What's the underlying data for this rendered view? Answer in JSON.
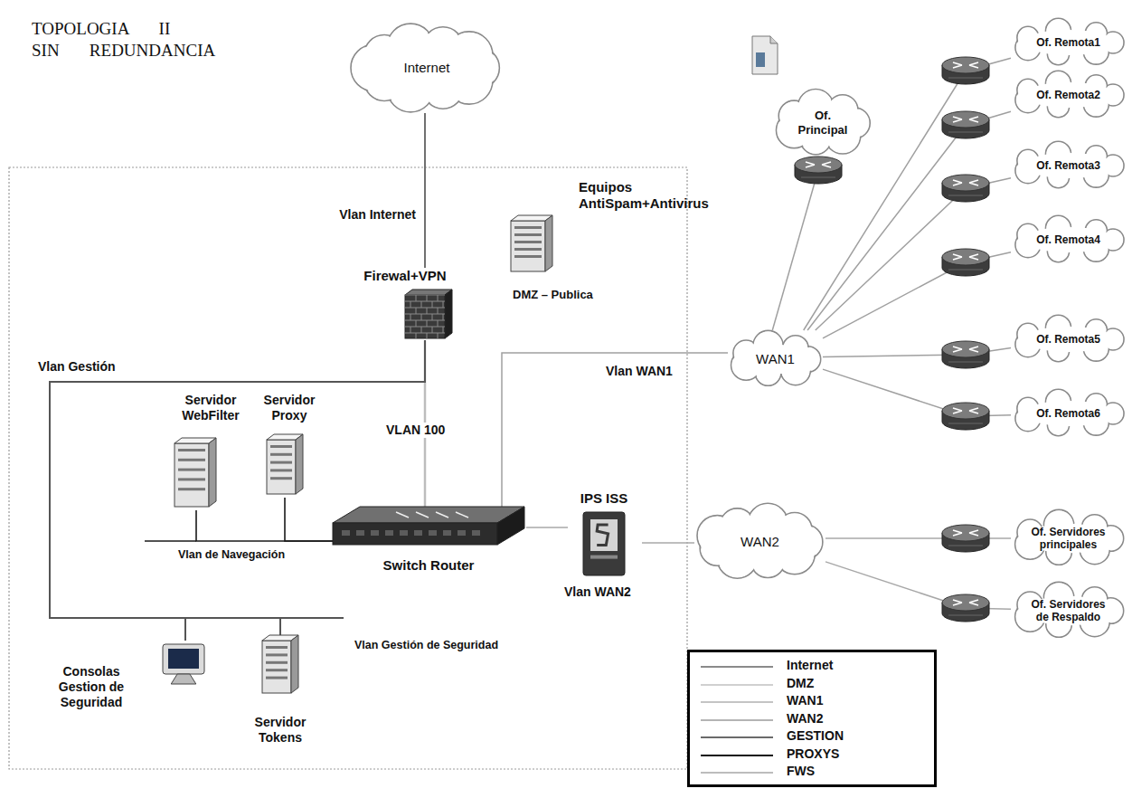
{
  "diagram": {
    "title": "TOPOLOGIA II SIN REDUNDANCIA",
    "nodes": [
      {
        "text": [
          "Internet"
        ]
      },
      {
        "text": [
          "Firewal+VPN"
        ]
      },
      {
        "text": [
          "Equipos AntiSpam+Antivirus"
        ]
      },
      {
        "text": [
          "Servidor WebFilter"
        ]
      },
      {
        "text": [
          "Servidor Proxy"
        ]
      },
      {
        "text": [
          "Switch Router"
        ]
      },
      {
        "text": [
          "IPS ISS"
        ]
      },
      {
        "text": [
          "Consolas Gestion de Seguridad"
        ]
      },
      {
        "text": [
          "Servidor Tokens"
        ]
      },
      {
        "text": [
          "Of. Principal"
        ]
      },
      {
        "text": [
          "Of. Remota1"
        ]
      },
      {
        "text": [
          "Of. Remota2"
        ]
      },
      {
        "text": [
          "Of. Remota3"
        ]
      },
      {
        "text": [
          "Of. Remota4"
        ]
      },
      {
        "text": [
          "Of. Remota5"
        ]
      },
      {
        "text": [
          "Of. Remota6"
        ]
      },
      {
        "text": [
          "WAN1"
        ]
      },
      {
        "text": [
          "WAN2"
        ]
      },
      {
        "text": [
          "Of. Servidores principales"
        ]
      },
      {
        "text": [
          "Of. Servidores de Respaldo"
        ]
      }
    ],
    "edges": [
      {
        "from": 0,
        "to": 1,
        "arrow": "none"
      },
      {
        "from": 1,
        "to": 5,
        "arrow": "none"
      },
      {
        "from": 1,
        "to": 7,
        "arrow": "none"
      },
      {
        "from": 1,
        "to": 8,
        "arrow": "none"
      },
      {
        "from": 3,
        "to": 5,
        "arrow": "none"
      },
      {
        "from": 4,
        "to": 5,
        "arrow": "none"
      },
      {
        "from": 5,
        "to": 16,
        "arrow": "none"
      },
      {
        "from": 5,
        "to": 6,
        "arrow": "none"
      },
      {
        "from": 6,
        "to": 17,
        "arrow": "none"
      },
      {
        "from": 16,
        "to": 9,
        "arrow": "none"
      },
      {
        "from": 16,
        "to": 10,
        "arrow": "none"
      },
      {
        "from": 16,
        "to": 11,
        "arrow": "none"
      },
      {
        "from": 16,
        "to": 12,
        "arrow": "none"
      },
      {
        "from": 16,
        "to": 13,
        "arrow": "none"
      },
      {
        "from": 16,
        "to": 14,
        "arrow": "none"
      },
      {
        "from": 16,
        "to": 15,
        "arrow": "none"
      },
      {
        "from": 17,
        "to": 18,
        "arrow": "none"
      },
      {
        "from": 17,
        "to": 19,
        "arrow": "none"
      }
    ],
    "labels": [
      "Vlan Internet",
      "DMZ – Publica",
      "Vlan Gestión",
      "Vlan WAN1",
      "VLAN 100",
      "Vlan de Navegación",
      "Vlan WAN2",
      "Vlan Gestión de Seguridad"
    ],
    "legend": [
      {
        "text": "Internet"
      },
      {
        "text": "DMZ"
      },
      {
        "text": "WAN1"
      },
      {
        "text": "WAN2"
      },
      {
        "text": "GESTION"
      },
      {
        "text": "PROXYS"
      },
      {
        "text": "FWS"
      }
    ]
  }
}
